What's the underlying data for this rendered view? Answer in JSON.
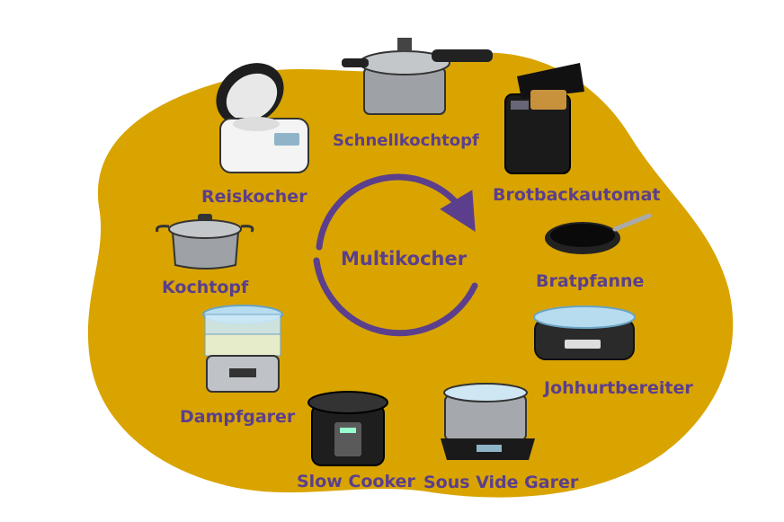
{
  "diagram": {
    "center_label": "Multikocher",
    "appliances": [
      {
        "id": "schnellkochtopf",
        "label": "Schnellkochtopf",
        "icon": "pressure-cooker-icon"
      },
      {
        "id": "reiskocher",
        "label": "Reiskocher",
        "icon": "rice-cooker-icon"
      },
      {
        "id": "brotbackautomat",
        "label": "Brotbackautomat",
        "icon": "bread-maker-icon"
      },
      {
        "id": "kochtopf",
        "label": "Kochtopf",
        "icon": "cooking-pot-icon"
      },
      {
        "id": "bratpfanne",
        "label": "Bratpfanne",
        "icon": "frying-pan-icon"
      },
      {
        "id": "dampfgarer",
        "label": "Dampfgarer",
        "icon": "steamer-icon"
      },
      {
        "id": "johhurtbereiter",
        "label": "Johhurtbereiter",
        "icon": "yogurt-maker-icon"
      },
      {
        "id": "slow-cooker",
        "label": "Slow Cooker",
        "icon": "slow-cooker-icon"
      },
      {
        "id": "sous-vide-garer",
        "label": "Sous Vide Garer",
        "icon": "sous-vide-icon"
      }
    ]
  },
  "colors": {
    "blob": "#d9a400",
    "text": "#5b3f8c",
    "arrow": "#5b3f8c"
  }
}
